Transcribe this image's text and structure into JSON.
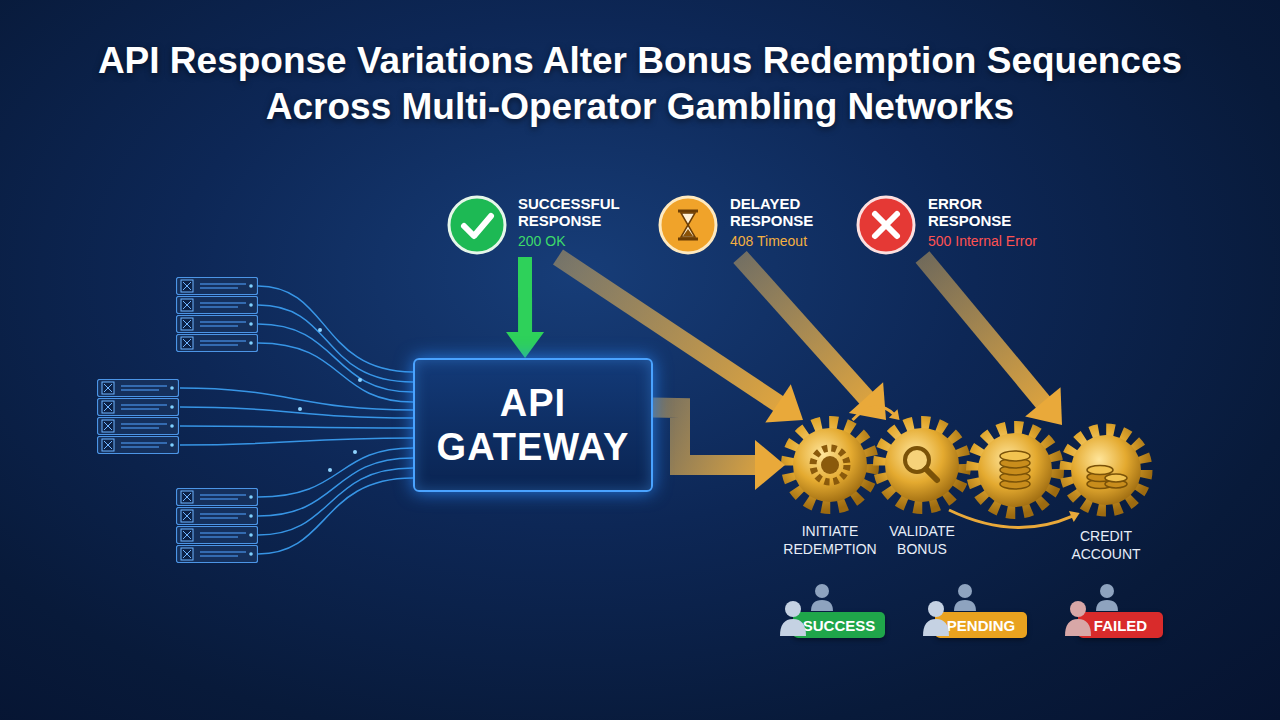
{
  "diagram": {
    "title": "API Response Variations Alter Bonus Redemption Sequences Across Multi-Operator Gambling Networks",
    "nodes": [
      {
        "text": [
          "SUCCESSFUL RESPONSE",
          "200 OK"
        ]
      },
      {
        "text": [
          "DELAYED RESPONSE",
          "408 Timeout"
        ]
      },
      {
        "text": [
          "ERROR RESPONSE",
          "500 Internal Error"
        ]
      },
      {
        "text": [
          "API GATEWAY"
        ]
      },
      {
        "text": [
          "INITIATE REDEMPTION"
        ]
      },
      {
        "text": [
          "VALIDATE BONUS"
        ]
      },
      {
        "text": [
          "CREDIT ACCOUNT"
        ]
      },
      {
        "text": [
          "SUCCESS"
        ]
      },
      {
        "text": [
          "PENDING"
        ]
      },
      {
        "text": [
          "FAILED"
        ]
      }
    ],
    "edges": [
      {
        "from": 0,
        "to": 3,
        "arrow": "to"
      },
      {
        "from": 0,
        "to": 4,
        "arrow": "to"
      },
      {
        "from": 1,
        "to": 5,
        "arrow": "to"
      },
      {
        "from": 2,
        "to": 6,
        "arrow": "to"
      },
      {
        "from": 3,
        "to": 4,
        "arrow": "to"
      },
      {
        "from": 4,
        "to": 5,
        "arrow": "to"
      },
      {
        "from": 5,
        "to": 6,
        "arrow": "to"
      }
    ]
  }
}
